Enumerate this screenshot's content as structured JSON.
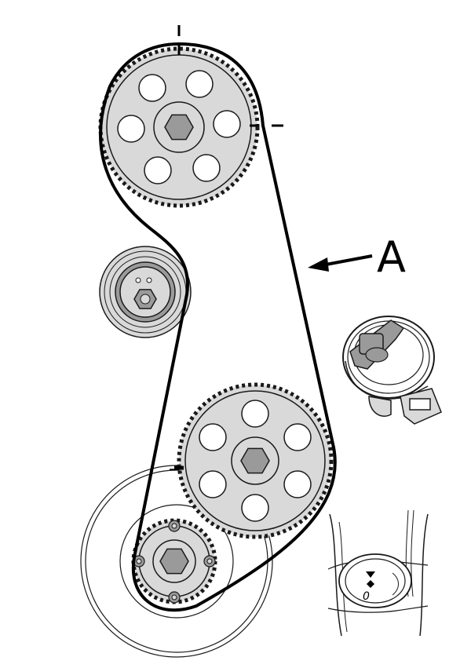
{
  "diagram": {
    "callout": {
      "label": "A"
    },
    "timing_window": {
      "zero_mark": "0"
    },
    "colors": {
      "belt": "#000000",
      "sprocket_fill": "#d9d9d9",
      "hub_fill": "#9a9a9a",
      "outline": "#1a1a1a",
      "background": "#ffffff"
    },
    "components": [
      "camshaft-sprocket",
      "tensioner-pulley",
      "intermediate-sprocket",
      "crankshaft-sprocket",
      "crankshaft-pulley-outline",
      "distributor-rotor",
      "flywheel-timing-window"
    ]
  }
}
